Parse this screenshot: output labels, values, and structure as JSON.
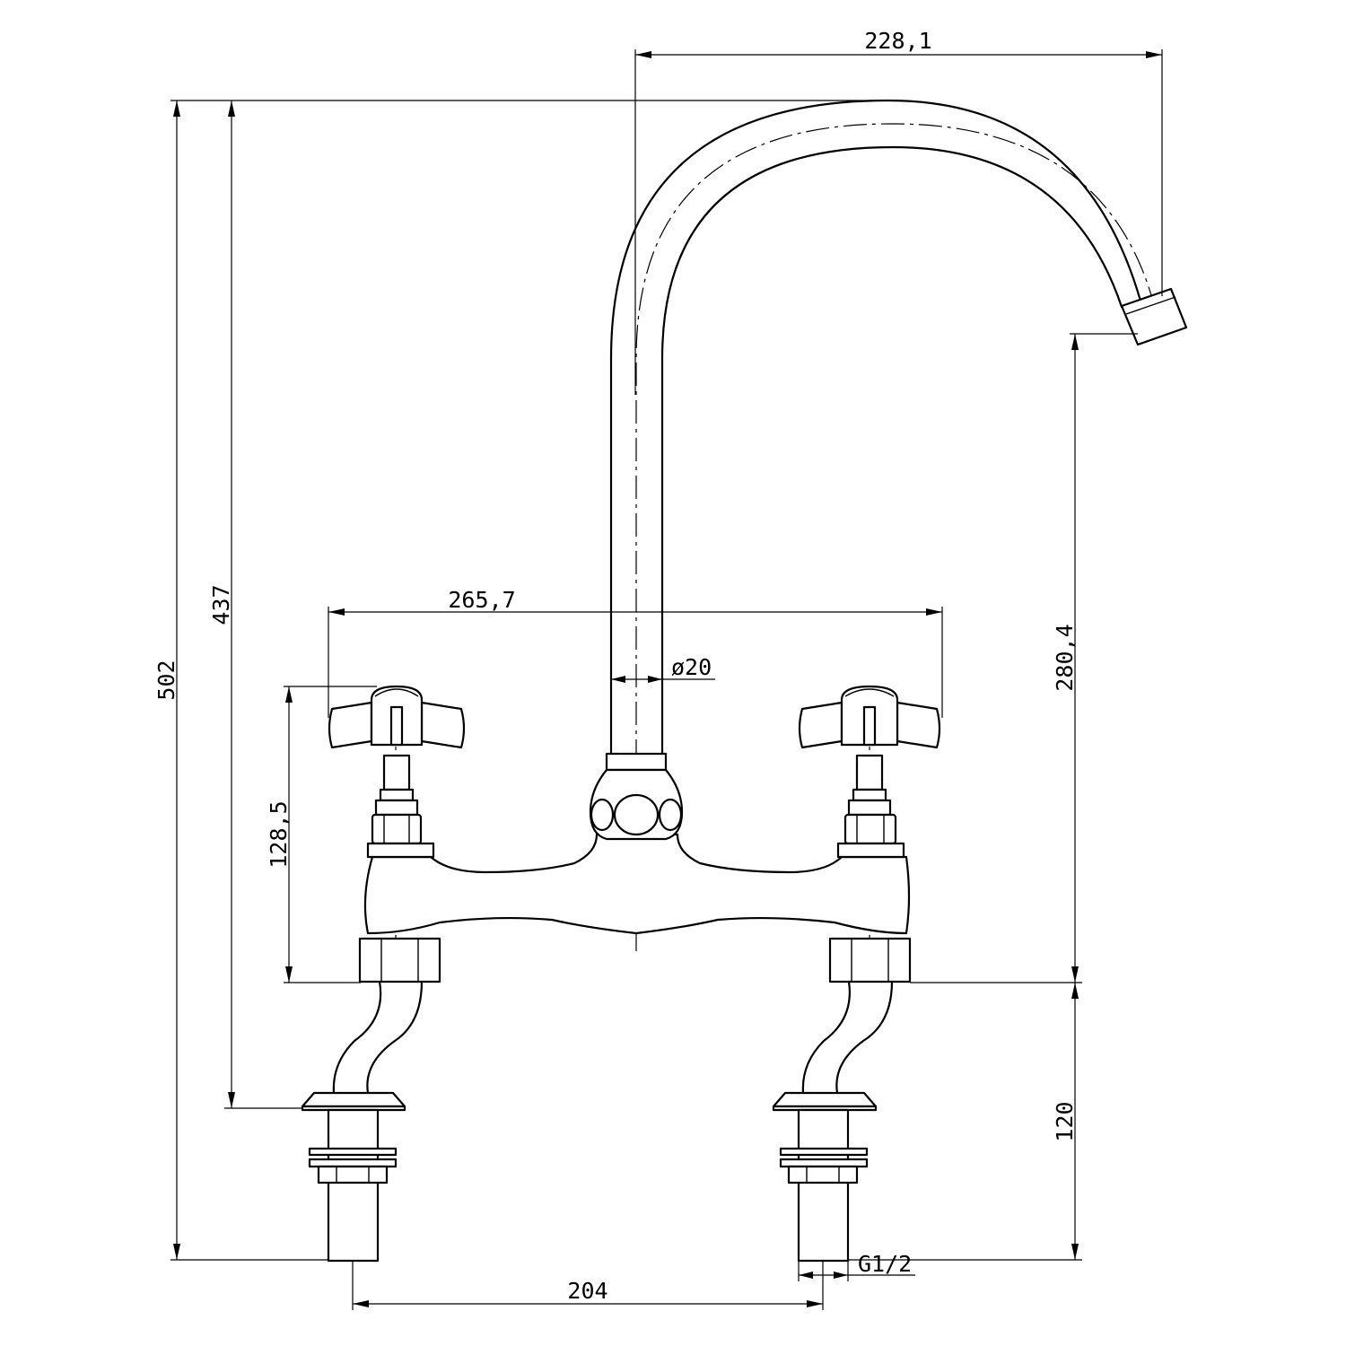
{
  "drawing": {
    "subject": "bridge-mixer-tap",
    "line_color": "#000000",
    "background": "#ffffff"
  },
  "dimensions": {
    "spout_reach": "228,1",
    "overall_height": "502",
    "height_to_spout_top": "437",
    "handle_span": "265,7",
    "spout_diameter": "ø20",
    "spout_outlet_height": "280,4",
    "handle_height": "128,5",
    "tail_length": "120",
    "centres": "204",
    "connection_thread": "G1/2"
  }
}
